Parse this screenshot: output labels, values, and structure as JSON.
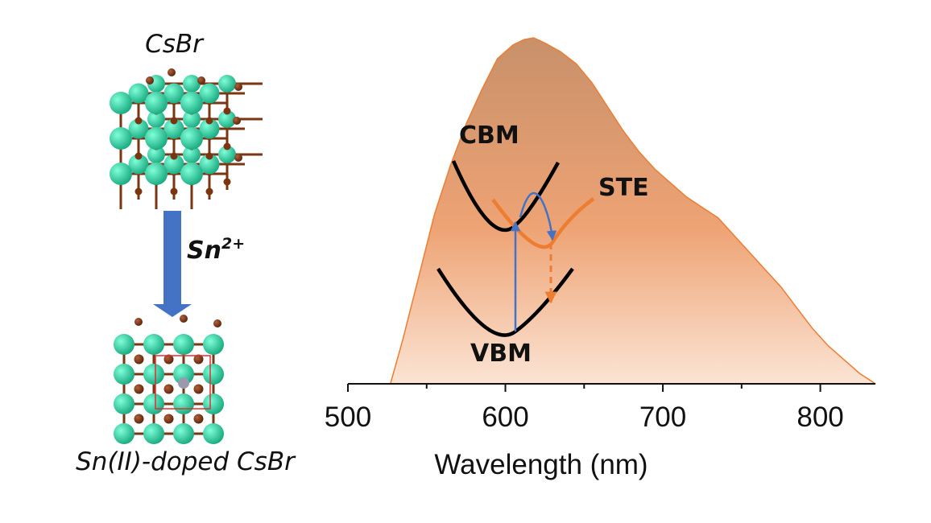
{
  "schematic": {
    "top_label": "CsBr",
    "dopant_label": "Sn",
    "dopant_charge": "2+",
    "bottom_label": "Sn(II)-doped CsBr",
    "arrow_color": "#4472C4",
    "cs_atom_color": "#2fd0a3",
    "br_atom_color": "#7a3512",
    "sn_atom_color": "#9a9aae"
  },
  "band_diagram": {
    "cbm_label": "CBM",
    "vbm_label": "VBM",
    "ste_label": "STE",
    "band_color": "#000000",
    "ste_color": "#ED7D31",
    "transition_color": "#4472C4"
  },
  "chart_data": {
    "type": "area",
    "title": "",
    "xlabel": "Wavelength (nm)",
    "ylabel": "",
    "xlim": [
      500,
      835
    ],
    "ylim": [
      0,
      1
    ],
    "xticks": [
      500,
      600,
      700,
      800
    ],
    "minor_ticks": [
      550,
      650,
      750
    ],
    "grid": false,
    "fill_colors": {
      "top": "#c8906a",
      "bottom": "#fbe4d4"
    },
    "stroke_color": "#ED7D31",
    "series": [
      {
        "x": [
          527,
          535,
          545,
          555,
          565,
          575,
          585,
          595,
          605,
          612,
          618,
          625,
          635,
          645,
          655,
          665,
          675,
          685,
          695,
          705,
          715,
          725,
          735,
          745,
          755,
          765,
          775,
          785,
          795,
          805,
          815,
          825,
          835
        ],
        "y": [
          0.0,
          0.13,
          0.31,
          0.49,
          0.63,
          0.75,
          0.85,
          0.94,
          0.98,
          0.995,
          1.0,
          0.985,
          0.96,
          0.925,
          0.87,
          0.8,
          0.73,
          0.67,
          0.62,
          0.58,
          0.54,
          0.51,
          0.48,
          0.43,
          0.38,
          0.33,
          0.28,
          0.22,
          0.16,
          0.11,
          0.07,
          0.03,
          0.0
        ]
      }
    ]
  }
}
